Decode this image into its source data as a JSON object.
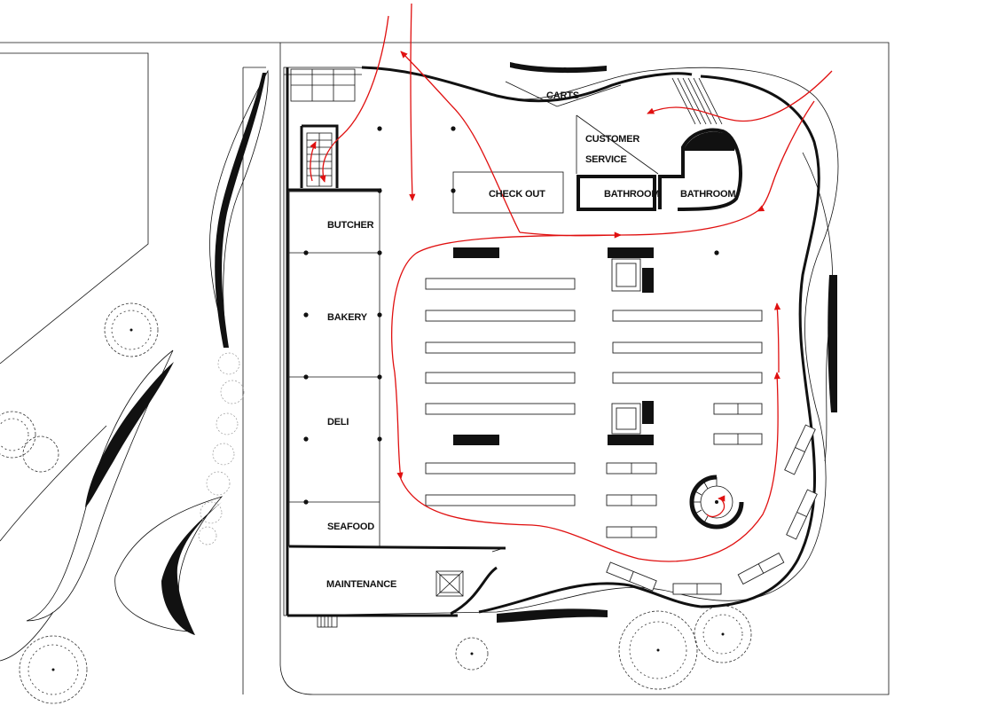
{
  "labels": {
    "carts": "CARTS",
    "customer_service_line1": "CUSTOMER",
    "customer_service_line2": "SERVICE",
    "bathroom_left": "BATHROOM",
    "bathroom_right": "BATHROOM",
    "checkout": "CHECK OUT",
    "butcher": "BUTCHER",
    "bakery": "BAKERY",
    "deli": "DELI",
    "seafood": "SEAFOOD",
    "maintenance": "MAINTENANCE"
  },
  "colors": {
    "walls": "#111111",
    "circulation_arrows": "#e01010",
    "landscape": "#999999"
  }
}
